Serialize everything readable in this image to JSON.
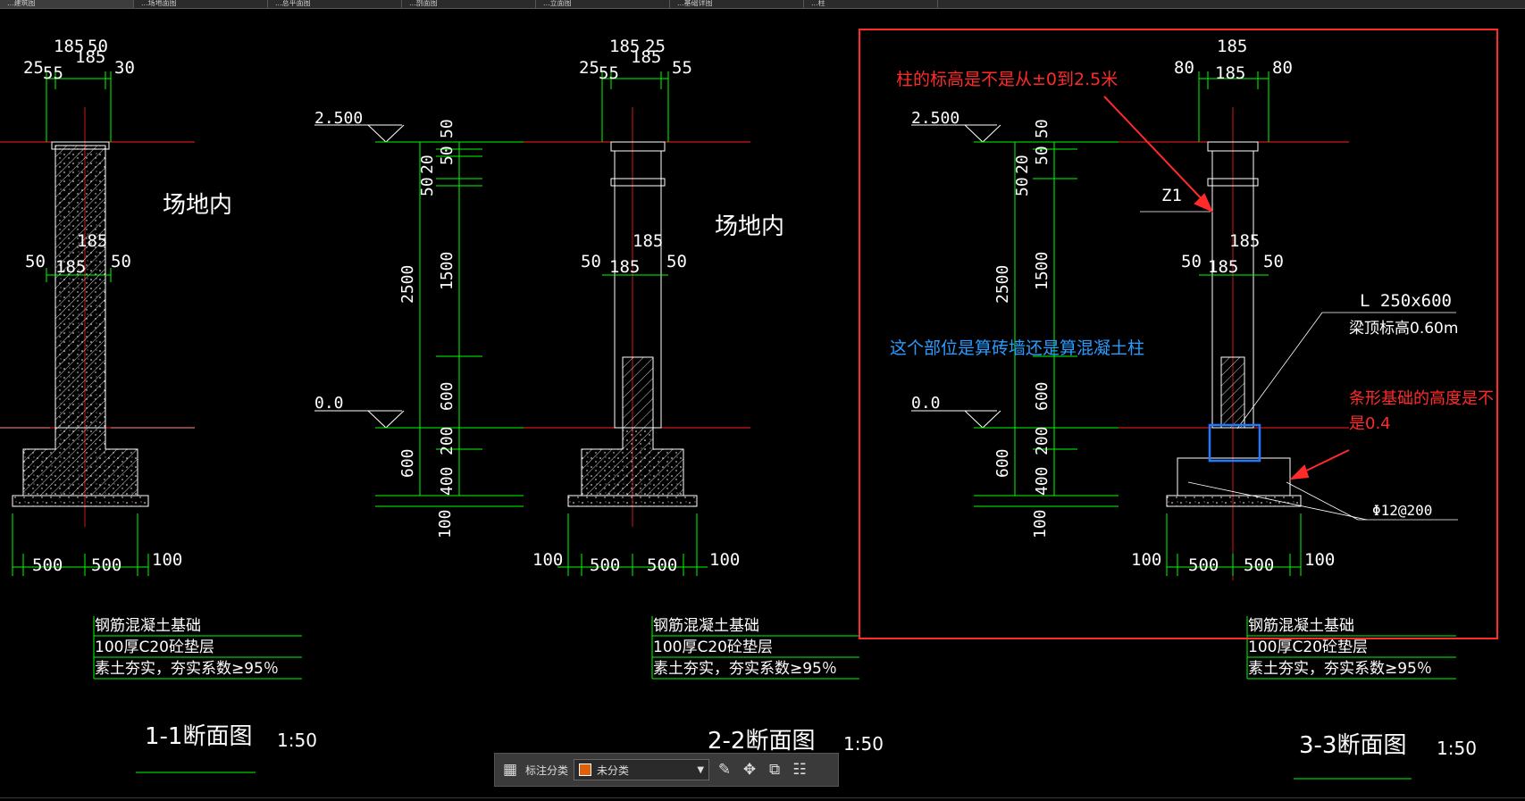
{
  "tabs": [
    "...建筑图",
    "...场地面图",
    "...总平面图",
    "...剖面图",
    "...立面图",
    "...基础详图",
    "...柱"
  ],
  "sections": [
    {
      "name": "1-1断面图",
      "scale": "1:50",
      "site_label": "场地内",
      "dims_top": [
        "185",
        "50",
        "25",
        "55",
        "185",
        "30"
      ],
      "dims_mid": [
        "50",
        "185",
        "185",
        "50"
      ],
      "dims_bottom": [
        "500",
        "500",
        "100"
      ],
      "notes": [
        "钢筋混凝土基础",
        "100厚C20砼垫层",
        "素土夯实，夯实系数≥95％"
      ]
    },
    {
      "name": "2-2断面图",
      "scale": "1:50",
      "site_label": "场地内",
      "dims_top": [
        "185",
        "25",
        "25",
        "55",
        "185",
        "55"
      ],
      "dims_mid": [
        "50",
        "185",
        "185",
        "50"
      ],
      "dims_bottom": [
        "100",
        "500",
        "500",
        "100"
      ],
      "notes": [
        "钢筋混凝土基础",
        "100厚C20砼垫层",
        "素土夯实，夯实系数≥95％"
      ]
    },
    {
      "name": "3-3断面图",
      "scale": "1:50",
      "dims_top": [
        "185",
        "80",
        "185",
        "80"
      ],
      "dims_mid": [
        "50",
        "185",
        "185",
        "50"
      ],
      "dims_bottom": [
        "100",
        "500",
        "500",
        "100"
      ],
      "column_tag": "Z1",
      "beam_label": "L 250x600",
      "beam_top": "梁顶标高0.60m",
      "rebar": "Φ12@200",
      "notes": [
        "钢筋混凝土基础",
        "100厚C20砼垫层",
        "素土夯实，夯实系数≥95％"
      ]
    }
  ],
  "elevations": {
    "top": "2.500",
    "ground": "0.0",
    "vertical_dims_left": [
      "2500",
      "600",
      "100"
    ],
    "vertical_dims_right": [
      "50",
      "50",
      "20",
      "50",
      "50",
      "1500",
      "600",
      "200",
      "400"
    ]
  },
  "annotations": {
    "q1": "柱的标高是不是从±0到2.5米",
    "q2": "这个部位是算砖墙还是算混凝土柱",
    "q3_line1": "条形基础的高度是不",
    "q3_line2": "是0.4"
  },
  "colors": {
    "dim": "#00ff00",
    "level_line": "#ff2020",
    "drawing": "#ffffff",
    "annotation_red": "#ff2a2a",
    "annotation_blue": "#2a9cff",
    "highlight_box": "#1e7bff"
  },
  "toolbar": {
    "category_label": "标注分类",
    "selected": "未分类"
  }
}
